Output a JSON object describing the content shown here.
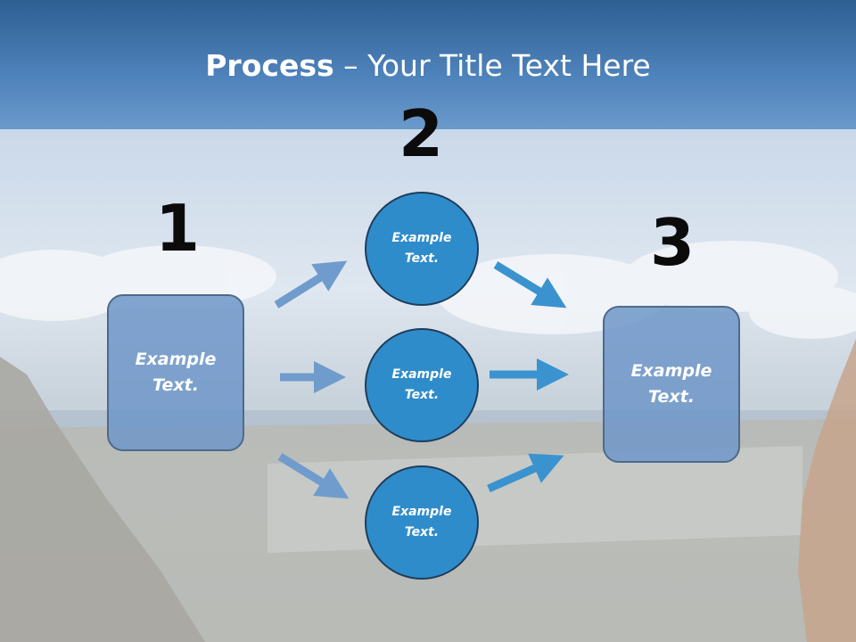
{
  "title": {
    "bold": "Process",
    "rest": " – Your Title Text Here"
  },
  "steps": {
    "one": "1",
    "two": "2",
    "three": "3"
  },
  "nodes": {
    "left": "Example\nText.",
    "circle_top": "Example\nText.",
    "circle_mid": "Example\nText.",
    "circle_bot": "Example\nText.",
    "right": "Example\nText."
  },
  "colors": {
    "header": "#3f72a8",
    "rect_fill": "#6e96c8",
    "circle_fill": "#2f8ccb",
    "arrow_left": "#6f9ccc",
    "arrow_right": "#3a93cf"
  }
}
